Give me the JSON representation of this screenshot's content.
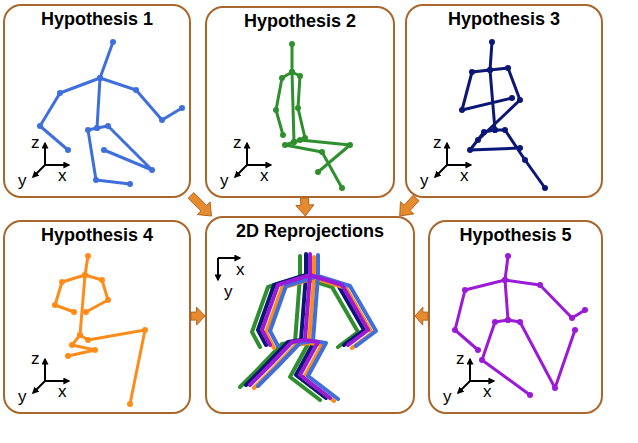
{
  "diagram": {
    "nodes": [
      {
        "text": [
          "Hypothesis 1"
        ]
      },
      {
        "text": [
          "Hypothesis 2"
        ]
      },
      {
        "text": [
          "Hypothesis 3"
        ]
      },
      {
        "text": [
          "Hypothesis 4"
        ]
      },
      {
        "text": [
          "2D Reprojections"
        ]
      },
      {
        "text": [
          "Hypothesis 5"
        ]
      }
    ],
    "edges": [
      {
        "from": 0,
        "to": 4,
        "arrow": "to"
      },
      {
        "from": 1,
        "to": 4,
        "arrow": "to"
      },
      {
        "from": 2,
        "to": 4,
        "arrow": "to"
      },
      {
        "from": 3,
        "to": 4,
        "arrow": "to"
      },
      {
        "from": 5,
        "to": 4,
        "arrow": "to"
      }
    ],
    "labels": [
      "z",
      "x",
      "y",
      "z",
      "x",
      "y",
      "z",
      "x",
      "y",
      "z",
      "x",
      "y",
      "x",
      "y",
      "z",
      "x",
      "y"
    ]
  }
}
